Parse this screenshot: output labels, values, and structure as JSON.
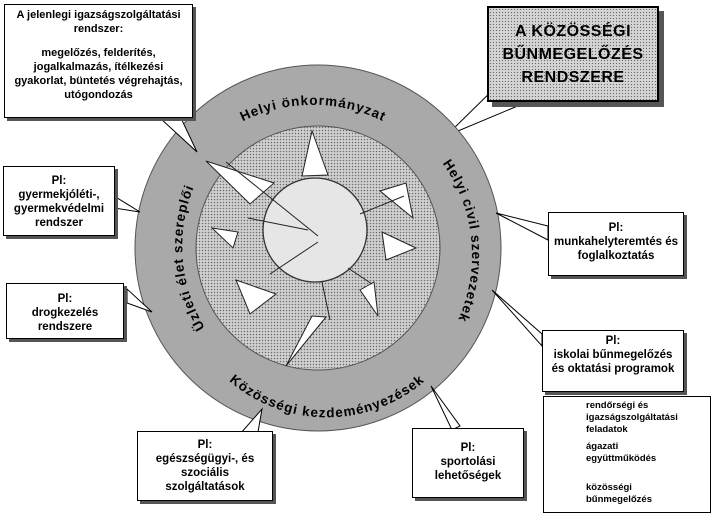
{
  "title": "A KÖZÖSSÉGI\nBŰNMEGELŐZÉS\nRENDSZERE",
  "ring_labels": {
    "top": "Helyi önkormányzat",
    "right": "Helyi civil szervezetek",
    "bottom": "Közösségi kezdeményezések",
    "left": "Üzleti élet szereplői"
  },
  "current_system": {
    "heading": "A jelenlegi igazságszolgáltatási rendszer:",
    "text": "megelőzés, felderítés, jogalkalmazás, ítélkezési gyakorlat, büntetés végrehajtás, utógondozás"
  },
  "examples": {
    "prefix": "Pl:",
    "child": "gyermekjóléti-, gyermekvédelmi rendszer",
    "drug": "drogkezelés rendszere",
    "health": "egészségügyi-, és szociális szolgáltatások",
    "sport": "sportolási lehetőségek",
    "school": "iskolai bűnmegelőzés és oktatási programok",
    "work": "munkahelyteremtés és foglalkoztatás"
  },
  "legend": {
    "circle": "rendőrségi és igazságszolgáltatási feladatok",
    "triangle": "ágazati együttműködés",
    "dotted": "közösségi bűnmegelőzés"
  },
  "colors": {
    "outer_ring": "#a9a9a9",
    "dotted_fill": "#d0d0d0",
    "dots": "#6a6a6a",
    "center_fill": "#e6e6e6",
    "title_fill": "#d4d4d4"
  }
}
